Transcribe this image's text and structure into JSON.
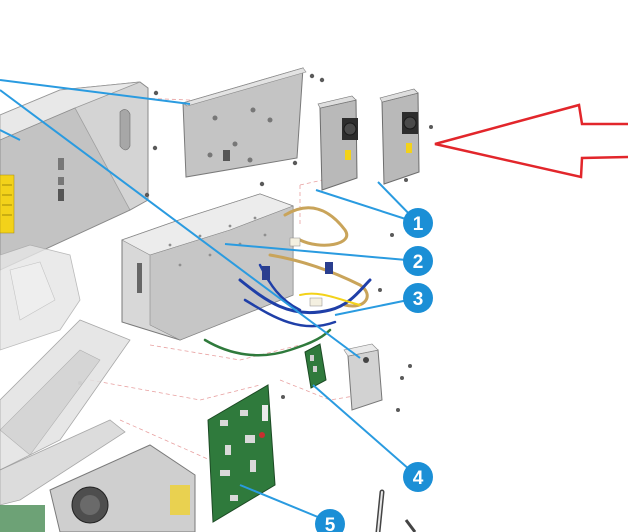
{
  "diagram": {
    "callouts": [
      {
        "number": "1",
        "part": "power-supply-modules"
      },
      {
        "number": "2",
        "part": "sheet-metal-cage"
      },
      {
        "number": "3",
        "part": "cable-harness"
      },
      {
        "number": "4",
        "part": "small-circuit-board"
      },
      {
        "number": "5",
        "part": "large-circuit-board"
      }
    ],
    "colors": {
      "callout_fill": "#1b8fd6",
      "leader_line": "#2a9be0",
      "pointer_arrow": "#e2262b",
      "sheet_metal": "#dcdcdc",
      "cable_blue": "#1f3fa8",
      "cable_tan": "#c9a45a",
      "board_green": "#2f7a3c",
      "warning_label": "#f3d21a"
    }
  }
}
